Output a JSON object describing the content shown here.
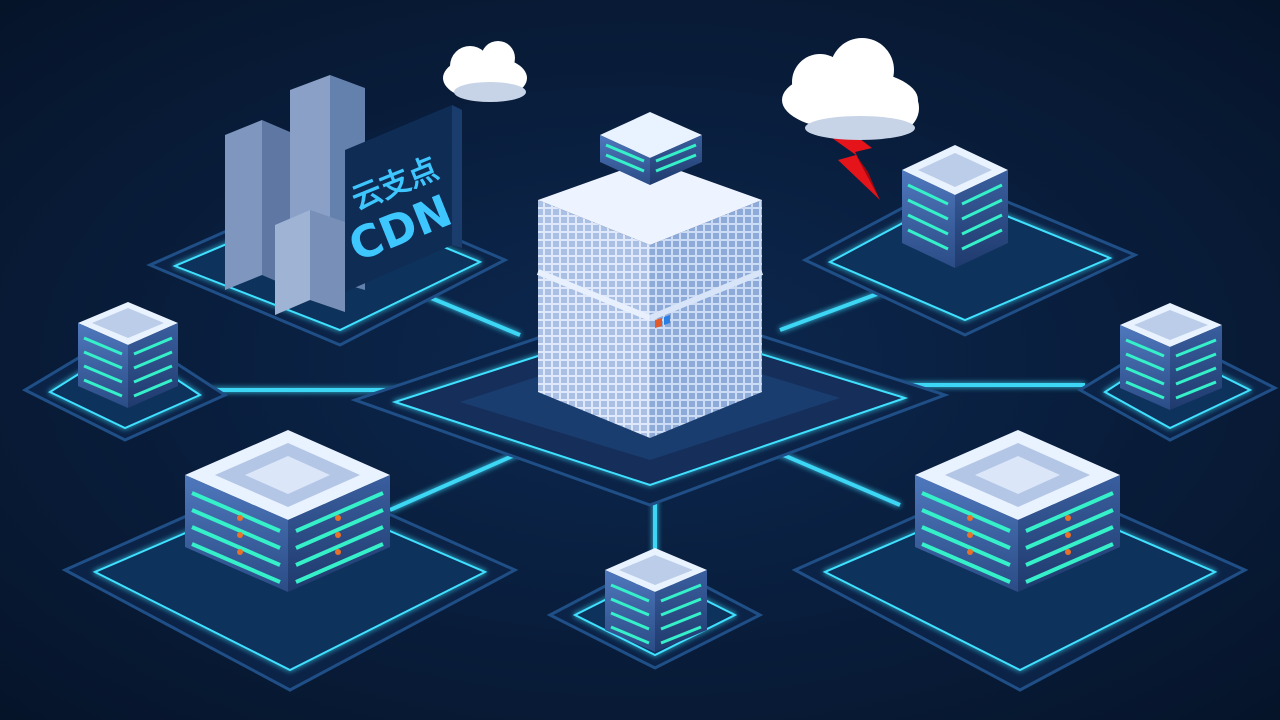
{
  "sign": {
    "line1": "云支点",
    "line2": "CDN"
  },
  "colors": {
    "background": "#071a33",
    "glow": "#3fe0ff",
    "platform": "#0f2f5a",
    "server_top": "#e9f2ff",
    "server_side": "#3c64a8",
    "led": "#35f0c8",
    "building": "#6b86b0",
    "lightning": "#e5141b",
    "cloud": "#ffffff"
  },
  "nodes": [
    {
      "id": "central-datacenter",
      "icon": "large-server-cube"
    },
    {
      "id": "cdn-building",
      "icon": "office-building"
    },
    {
      "id": "top-server",
      "icon": "server-rack"
    },
    {
      "id": "top-right-server",
      "icon": "server-rack"
    },
    {
      "id": "left-server",
      "icon": "server-rack"
    },
    {
      "id": "right-server",
      "icon": "server-rack"
    },
    {
      "id": "bottom-left-server",
      "icon": "server-block"
    },
    {
      "id": "bottom-right-server",
      "icon": "server-block"
    },
    {
      "id": "bottom-server",
      "icon": "server-rack"
    }
  ],
  "decor": [
    "cloud-icon",
    "storm-cloud-icon",
    "lightning-icon"
  ]
}
